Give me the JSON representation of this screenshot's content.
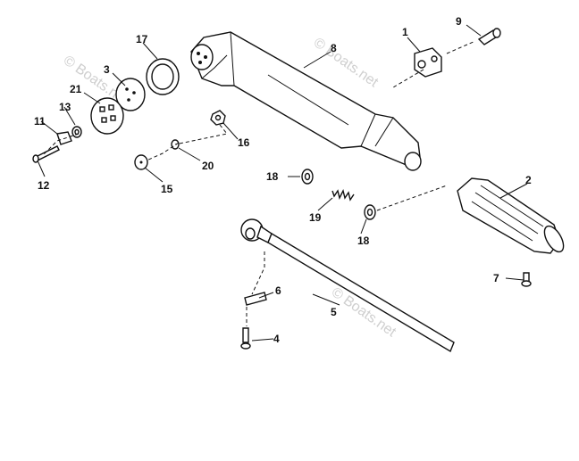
{
  "callouts": {
    "c1": "1",
    "c2": "2",
    "c3": "3",
    "c4": "4",
    "c5": "5",
    "c6": "6",
    "c7": "7",
    "c8": "8",
    "c9": "9",
    "c11": "11",
    "c12": "12",
    "c13": "13",
    "c15": "15",
    "c16": "16",
    "c17": "17",
    "c18a": "18",
    "c18b": "18",
    "c19": "19",
    "c20": "20",
    "c21": "21"
  },
  "watermarks": {
    "w1": "© Boats.net",
    "w2": "© Boats.net",
    "w3": "© Boats.net"
  },
  "colors": {
    "ink": "#111111",
    "watermark": "#cfcfcf",
    "background": "#ffffff"
  }
}
